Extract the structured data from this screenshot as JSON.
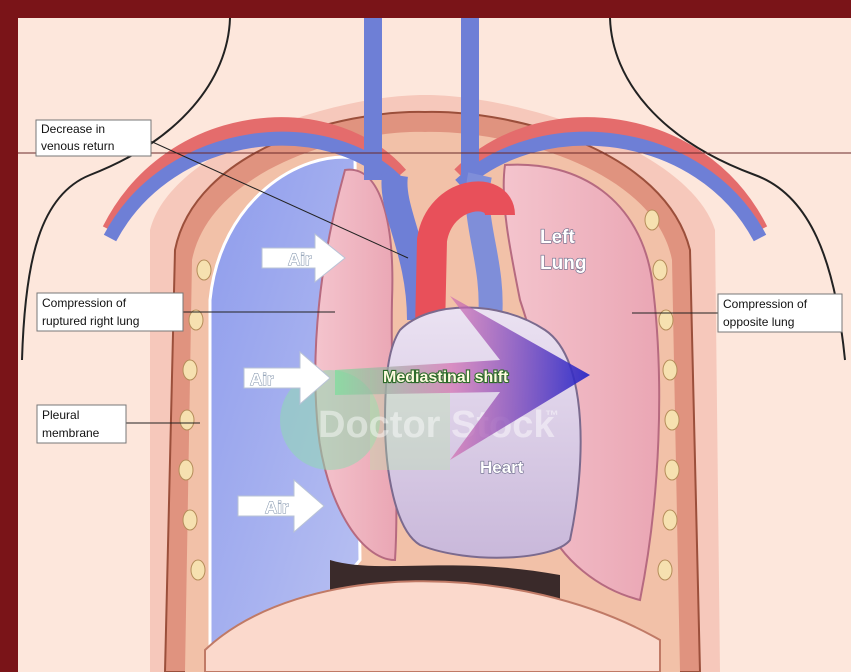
{
  "labels": {
    "decrease_line1": "Decrease in",
    "decrease_line2": "venous return",
    "compression_right_line1": "Compression of",
    "compression_right_line2": "ruptured right lung",
    "pleural_line1": "Pleural",
    "pleural_line2": "membrane",
    "compression_opposite_line1": "Compression of",
    "compression_opposite_line2": "opposite lung",
    "left_lung_line1": "Left",
    "left_lung_line2": "Lung",
    "air": [
      "Air",
      "Air",
      "Air"
    ],
    "mediastinal_shift": "Mediastinal shift",
    "heart": "Heart",
    "watermark": "Doctor Stock",
    "watermark_tm": "™"
  },
  "colors": {
    "frame": "#7a1418",
    "background": "#fde7dc",
    "skin": "#f6c8bb",
    "vein": "#6e7fd6",
    "aorta": "#e8505a",
    "collapsed_lung_space": "#9aa6ee",
    "lung_tissue": "#f0b3c0",
    "heart": "#d8cce6",
    "shift_arrow": "#1e22c8"
  }
}
